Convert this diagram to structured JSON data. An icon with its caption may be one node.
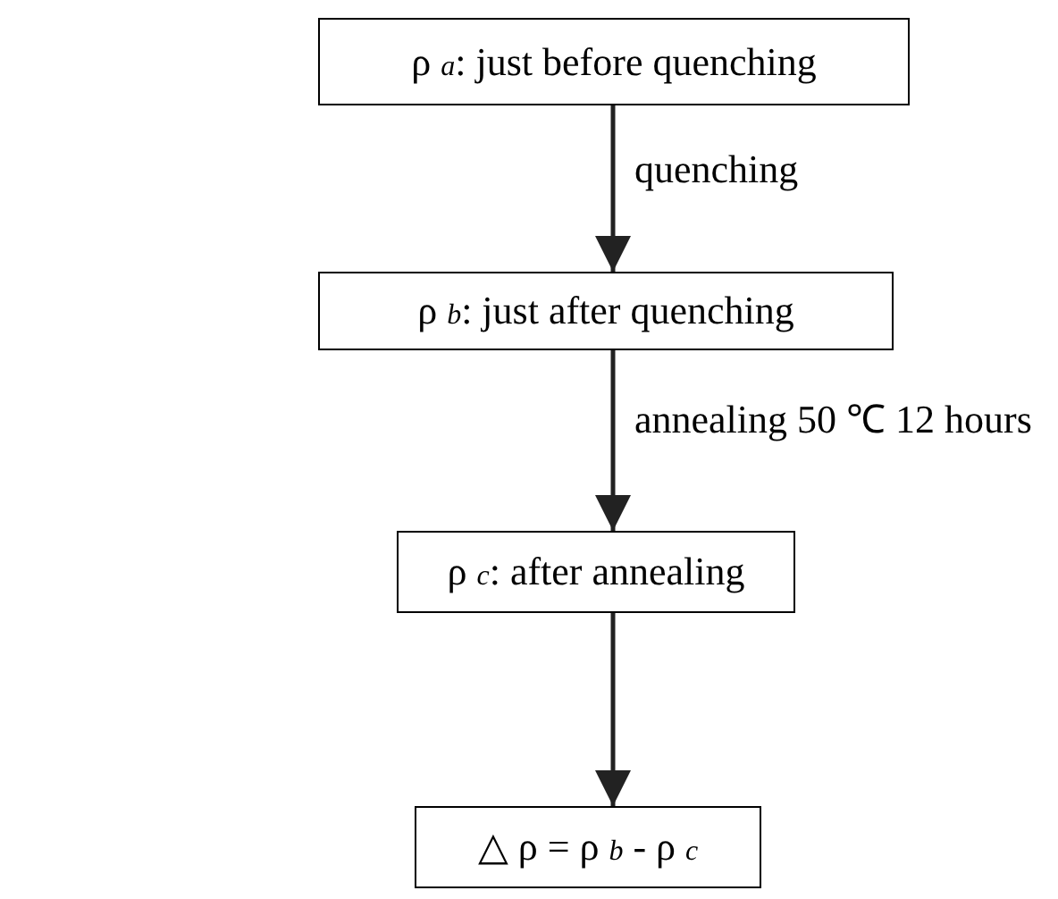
{
  "diagram": {
    "nodes": [
      {
        "text": [
          "ρ *a*: just before quenching"
        ]
      },
      {
        "text": [
          "ρ *b*: just after quenching"
        ]
      },
      {
        "text": [
          "ρ *c*: after annealing"
        ]
      },
      {
        "text": [
          "△ ρ = ρ *b* - ρ *c*"
        ]
      }
    ],
    "edges": [
      {
        "from": 0,
        "to": 1,
        "arrow": "to",
        "label": "quenching"
      },
      {
        "from": 1,
        "to": 2,
        "arrow": "to",
        "label": "annealing 50 ℃ 12 hours"
      },
      {
        "from": 2,
        "to": 3,
        "arrow": "to"
      }
    ]
  }
}
